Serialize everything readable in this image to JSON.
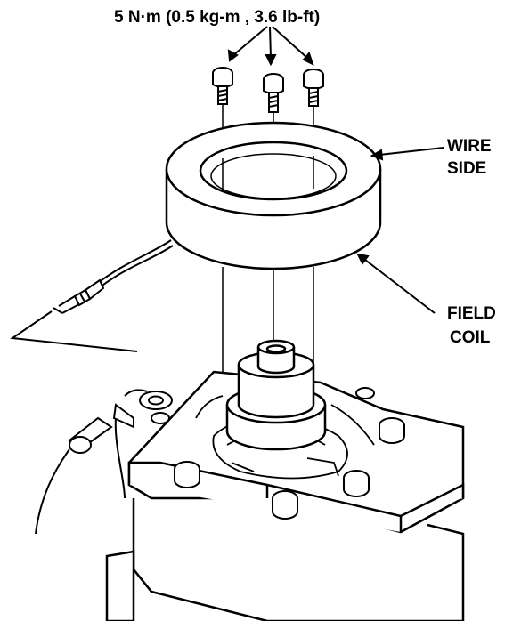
{
  "torque_spec": "5 N·m (0.5 kg-m , 3.6 lb-ft)",
  "callouts": {
    "wire_side": [
      "WIRE",
      "SIDE"
    ],
    "field_coil": [
      "FIELD",
      "COIL"
    ]
  },
  "colors": {
    "ink": "#000000",
    "paper": "#ffffff"
  }
}
